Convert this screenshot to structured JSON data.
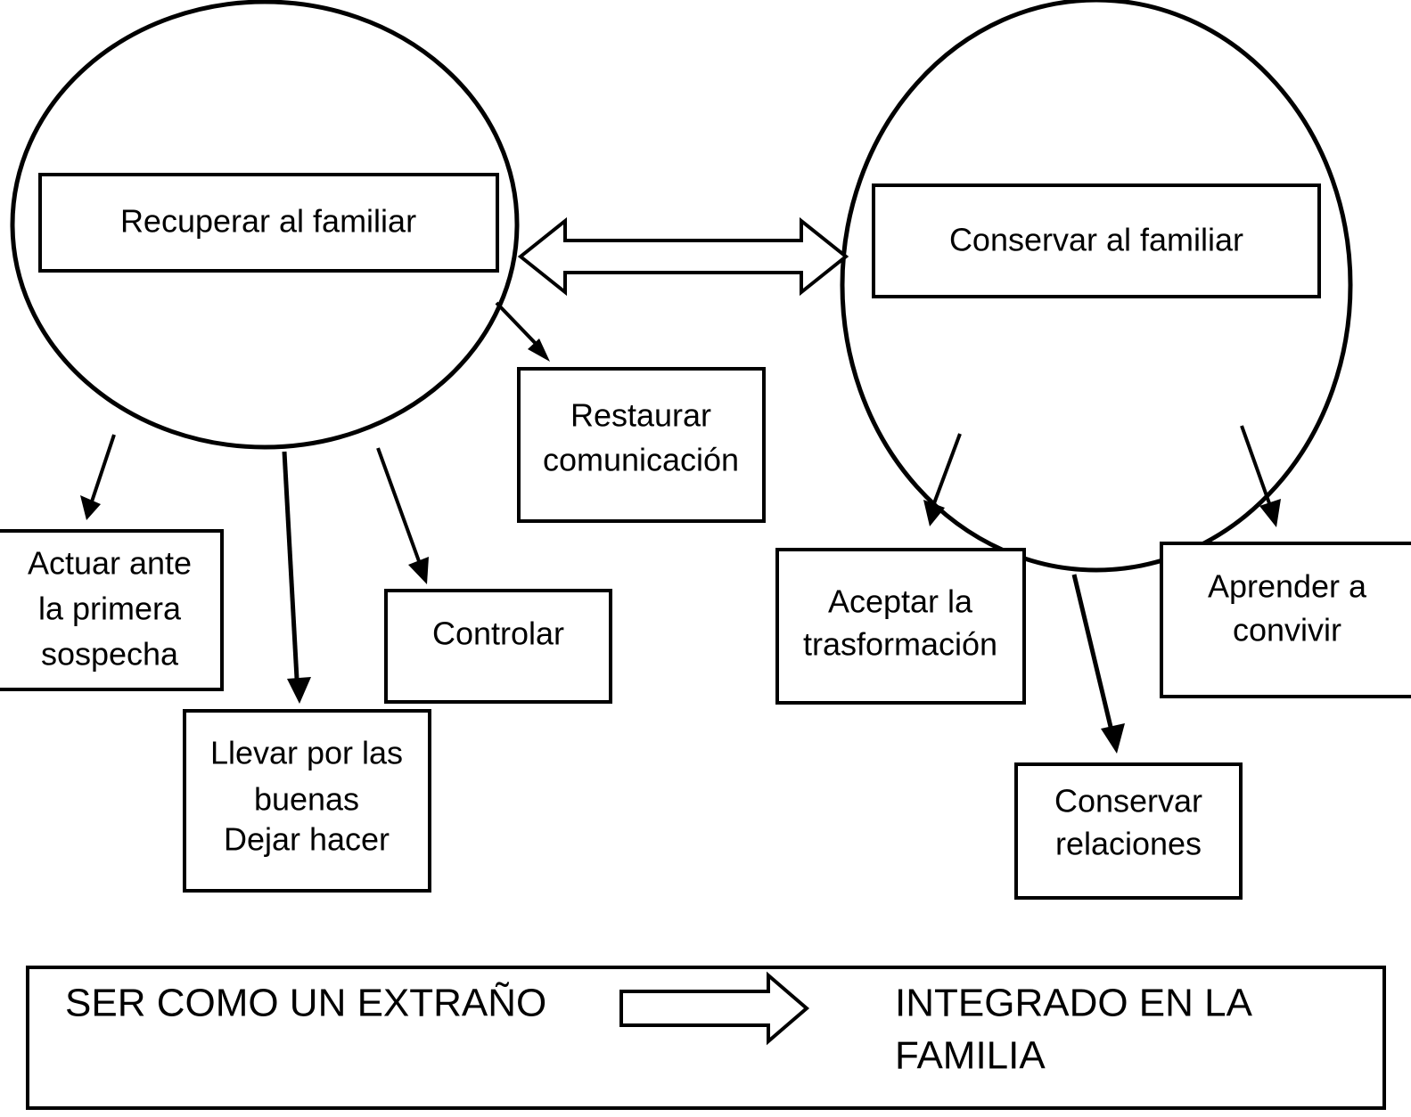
{
  "diagram": {
    "title_present": false,
    "background_color": "#ffffff",
    "line_color": "#000000",
    "text_color": "#000000",
    "circles": [
      {
        "id": "recuperar-circle",
        "label_box_text": "Recuperar al familiar"
      },
      {
        "id": "conservar-circle",
        "label_box_text": "Conservar al familiar"
      }
    ],
    "boxes": [
      {
        "id": "actuar-box",
        "lines": [
          "Actuar ante",
          "la primera",
          "sospecha"
        ]
      },
      {
        "id": "llevar-box",
        "lines": [
          "Llevar por las",
          "buenas",
          "Dejar hacer"
        ]
      },
      {
        "id": "controlar-box",
        "lines": [
          "Controlar"
        ]
      },
      {
        "id": "restaurar-box",
        "lines": [
          "Restaurar",
          "comunicación"
        ]
      },
      {
        "id": "aceptar-box",
        "lines": [
          "Aceptar la",
          "trasformación"
        ]
      },
      {
        "id": "conservar-relaciones-box",
        "lines": [
          "Conservar",
          "relaciones"
        ]
      },
      {
        "id": "aprender-box",
        "lines": [
          "Aprender a",
          "convivir"
        ]
      }
    ],
    "banner": {
      "left_text": "SER COMO UN EXTRAÑO",
      "right_text_line1": "INTEGRADO EN LA",
      "right_text_line2": "FAMILIA",
      "arrow": "right-arrow-icon"
    },
    "connectors": {
      "bidirectional_arrow": "double-headed-arrow-icon",
      "edges": [
        {
          "from": "recuperar-circle",
          "to": "restaurar-box"
        },
        {
          "from": "recuperar-circle",
          "to": "actuar-box"
        },
        {
          "from": "recuperar-circle",
          "to": "llevar-box"
        },
        {
          "from": "recuperar-circle",
          "to": "controlar-box"
        },
        {
          "from": "conservar-circle",
          "to": "aceptar-box"
        },
        {
          "from": "conservar-circle",
          "to": "conservar-relaciones-box"
        },
        {
          "from": "conservar-circle",
          "to": "aprender-box"
        }
      ]
    }
  }
}
